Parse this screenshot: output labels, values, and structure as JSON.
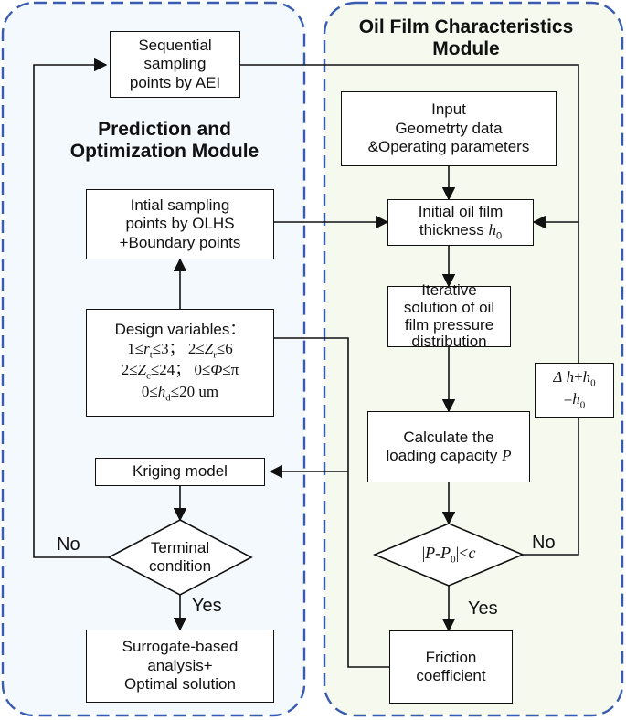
{
  "left_module": {
    "title_line1": "Prediction and",
    "title_line2": "Optimization Module"
  },
  "right_module": {
    "title_line1": "Oil Film Characteristics",
    "title_line2": "Module"
  },
  "sequential": {
    "line1": "Sequential",
    "line2": "sampling",
    "line3": "points by AEI"
  },
  "initial_sampling": {
    "line1": "Intial sampling",
    "line2": "points  by OLHS",
    "line3": "+Boundary points"
  },
  "design": {
    "title": "Design variables：",
    "c1_pre": "1≤",
    "c1_sym": "r",
    "c1_sub": "t",
    "c1_post": "≤3；",
    "c2_pre": "2≤",
    "c2_sym": "Z",
    "c2_sub": "r",
    "c2_post": "≤6",
    "c3_pre": "2≤",
    "c3_sym": "Z",
    "c3_sub": "c",
    "c3_post": "≤24；",
    "c4_pre": "0≤",
    "c4_sym": "Φ",
    "c4_post": "≤π",
    "c5_pre": "0≤",
    "c5_sym": "h",
    "c5_sub": "d",
    "c5_post": "≤20 um"
  },
  "kriging": {
    "label": "Kriging model"
  },
  "terminal": {
    "line1": "Terminal",
    "line2": "condition"
  },
  "surrogate": {
    "line1": "Surrogate-based",
    "line2": "analysis+",
    "line3": "Optimal solution"
  },
  "input": {
    "line1": "Input",
    "line2": "Geometrty data",
    "line3": "&Operating parameters"
  },
  "initial_thickness": {
    "line1": "Initial oil film",
    "line2_text": "thickness ",
    "line2_sym": "h",
    "line2_sub": "0"
  },
  "iterative": {
    "line1": "Iterative",
    "line2": "solution of oil",
    "line3": "film pressure",
    "line4": "distribution"
  },
  "calculate": {
    "line1": "Calculate the",
    "line2_text": "loading capacity ",
    "line2_sym": "P"
  },
  "check": {
    "bar1": "|",
    "sym1": "P",
    "minus": "-",
    "sym2": "P",
    "sub2": "0",
    "bar2": "|",
    "lt": "<",
    "sym3": "c"
  },
  "friction": {
    "line1": "Friction",
    "line2": "coefficient"
  },
  "update": {
    "sym1": "Δ",
    "sym2": "h",
    "plus": "+",
    "sym3": "h",
    "sub3": "0",
    "eq": "=",
    "sym4": "h",
    "sub4": "0"
  },
  "labels": {
    "no_left": "No",
    "yes_left": "Yes",
    "no_right": "No",
    "yes_right": "Yes"
  },
  "colors": {
    "module_border": "#3a5cb0",
    "left_bg": "#f4f9fe",
    "right_bg": "#f5f9ee",
    "line": "#111111"
  }
}
